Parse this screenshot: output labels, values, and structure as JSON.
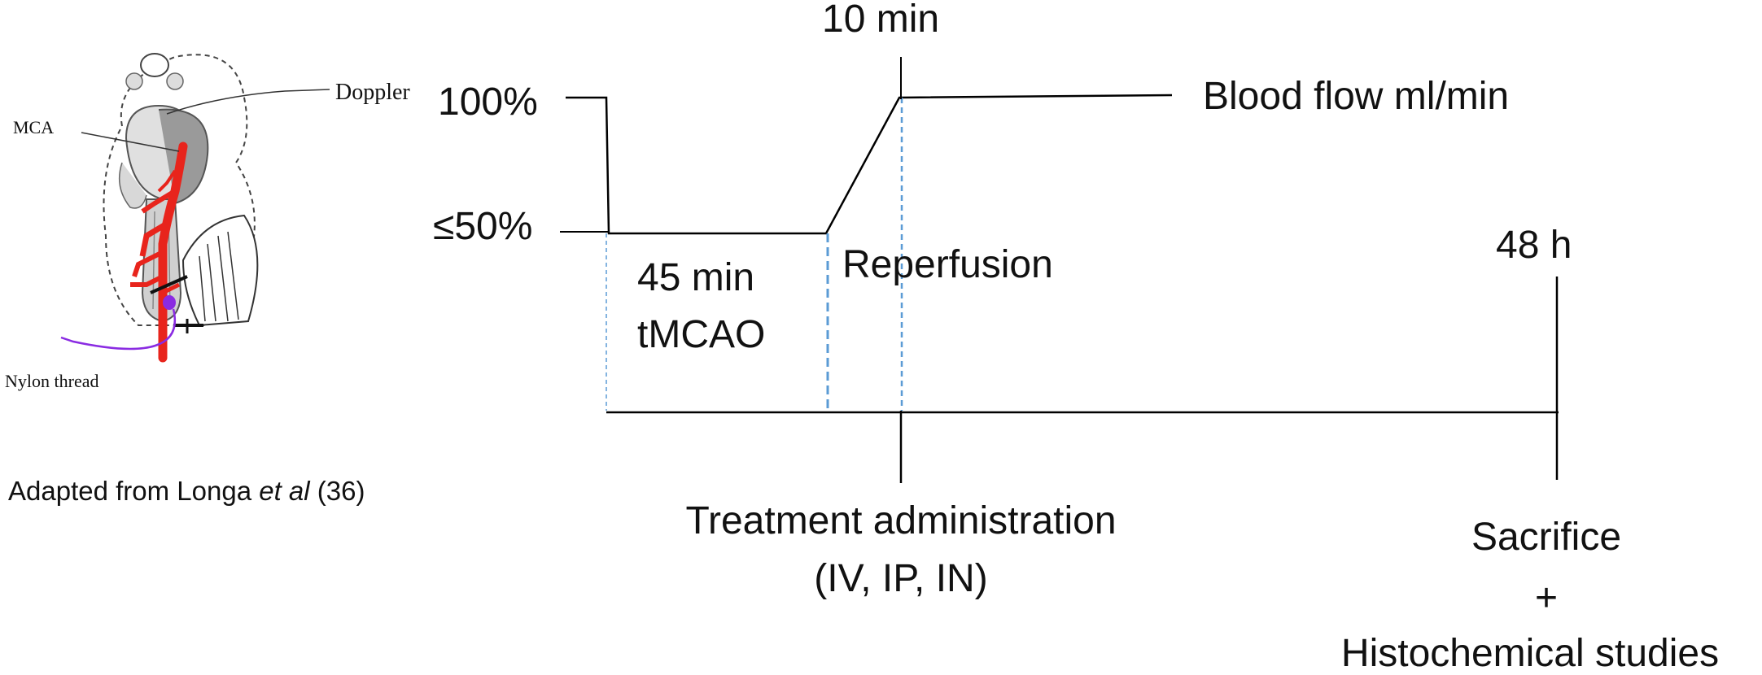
{
  "figure": {
    "illustration": {
      "labels": {
        "doppler": "Doppler",
        "mca": "MCA",
        "nylon": "Nylon thread"
      },
      "credit": {
        "prefix": "Adapted from Longa ",
        "italic": "et al",
        "suffix": " (36)"
      },
      "colors": {
        "artery": "#e8241c",
        "thread": "#8a2be2",
        "outline": "#333333"
      }
    },
    "timeline": {
      "y_levels": {
        "high": "100%",
        "low": "≤50%"
      },
      "top_marker": "10 min",
      "series_label": "Blood flow ml/min",
      "phase_occlusion": [
        "45 min",
        "tMCAO"
      ],
      "phase_reperfusion": "Reperfusion",
      "end_marker": "48 h",
      "treatment": [
        "Treatment administration",
        "(IV, IP, IN)"
      ],
      "sacrifice": [
        "Sacrifice",
        "+",
        "Histochemical studies"
      ],
      "colors": {
        "line": "#000000",
        "dashed": "#5b9bd5"
      }
    }
  }
}
